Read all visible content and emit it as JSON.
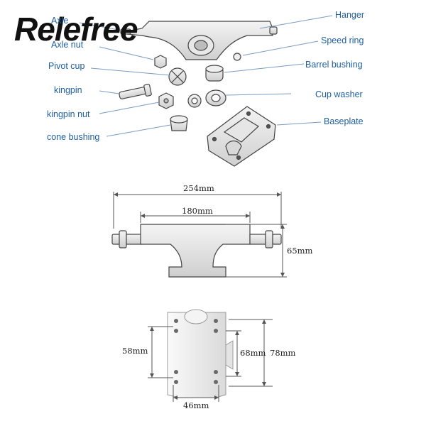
{
  "brand": {
    "logo_text": "Relefree"
  },
  "parts": {
    "axle": "Axle",
    "axle_nut": "Axle nut",
    "pivot_cup": "Pivot cup",
    "kingpin": "kingpin",
    "kingpin_nut": "kingpin nut",
    "cone_bushing": "cone bushing",
    "hanger": "Hanger",
    "speed_ring": "Speed ring",
    "barrel_bushing": "Barrel bushing",
    "cup_washer": "Cup washer",
    "baseplate": "Baseplate"
  },
  "dimensions": {
    "total_width": "254mm",
    "hanger_width": "180mm",
    "height": "65mm",
    "hole_spacing_long": "58mm",
    "plate_inner": "68mm",
    "plate_length": "78mm",
    "hole_spacing_wide": "46mm"
  },
  "colors": {
    "label": "#1e5fa0",
    "line": "#3a3a3a",
    "leader": "#7a9cc4"
  }
}
